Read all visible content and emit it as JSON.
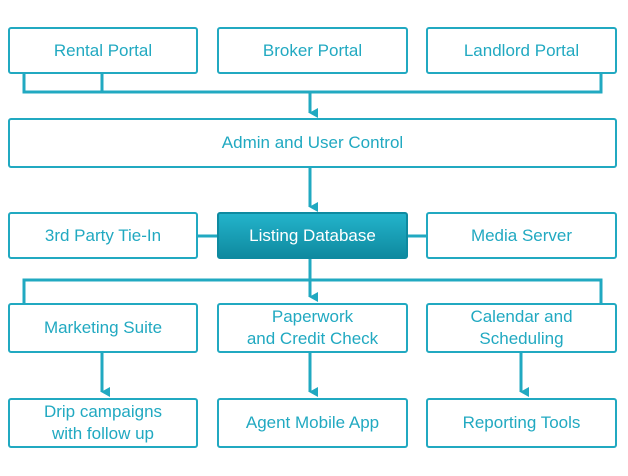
{
  "colors": {
    "accent": "#21a9c1",
    "highlight_fill": "#1596ad",
    "background": "#ffffff"
  },
  "diagram": {
    "portals": [
      "Rental Portal",
      "Broker Portal",
      "Landlord Portal"
    ],
    "admin": "Admin and User Control",
    "middle": {
      "left": "3rd Party Tie-In",
      "center": "Listing Database",
      "right": "Media Server"
    },
    "modules": [
      {
        "line1": "Marketing Suite",
        "line2": ""
      },
      {
        "line1": "Paperwork",
        "line2": "and Credit Check"
      },
      {
        "line1": "Calendar and",
        "line2": "Scheduling"
      }
    ],
    "outputs": [
      {
        "line1": "Drip campaigns",
        "line2": "with follow up"
      },
      {
        "line1": "Agent Mobile App",
        "line2": ""
      },
      {
        "line1": "Reporting Tools",
        "line2": ""
      }
    ]
  }
}
